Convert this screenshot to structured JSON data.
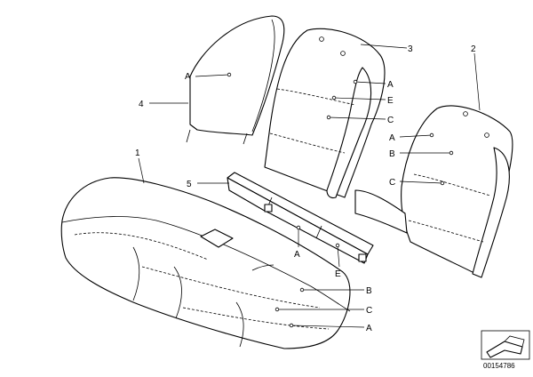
{
  "callouts": {
    "p1": "1",
    "p2": "2",
    "p3": "3",
    "p4": "4",
    "p5": "5",
    "a": "A",
    "b": "B",
    "c": "C",
    "e": "E"
  },
  "drawing_number": "00154786"
}
